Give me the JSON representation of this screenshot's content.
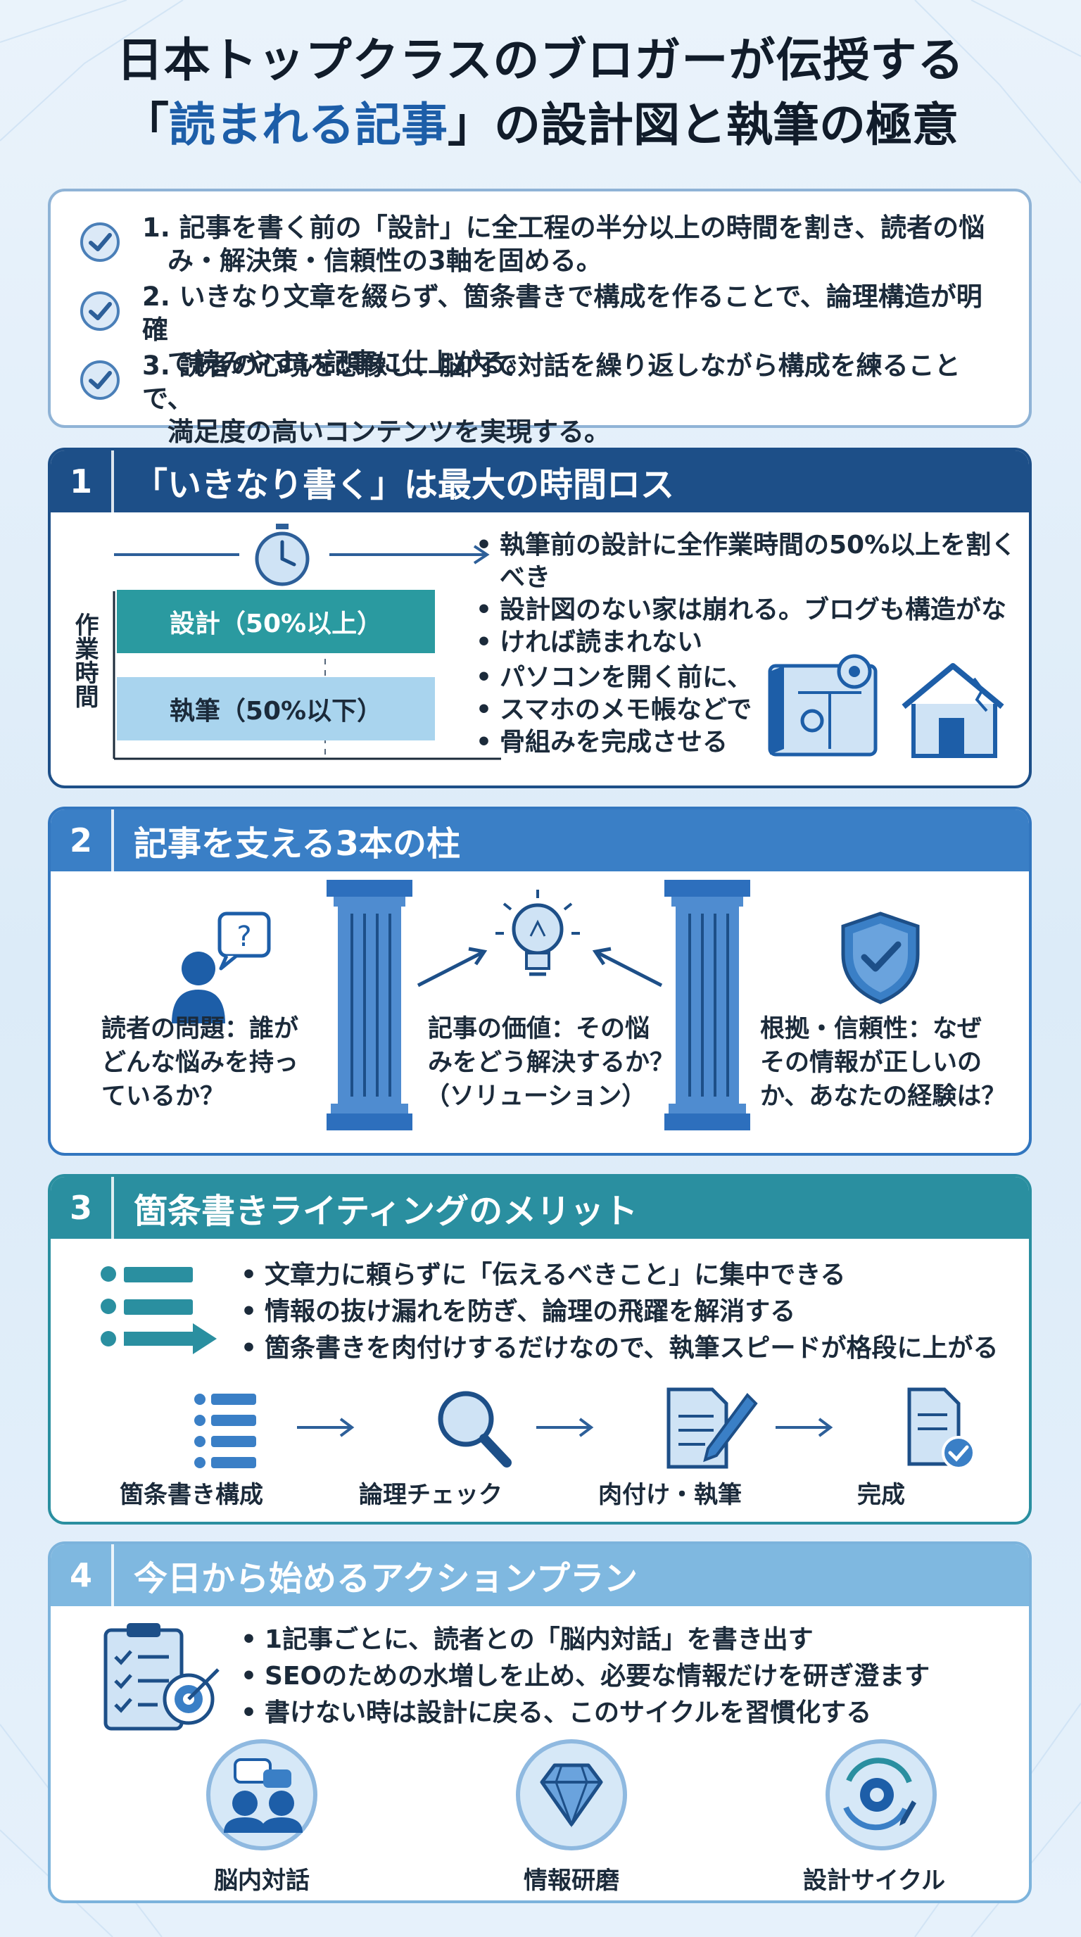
{
  "header": {
    "title_line1": "日本トップクラスのブロガーが伝授する",
    "title_line2_open": "「",
    "title_line2_highlight": "読まれる記事",
    "title_line2_rest": "」の設計図と執筆の極意"
  },
  "summary": {
    "items": [
      {
        "line1": "1. 記事を書く前の「設計」に全工程の半分以上の時間を割き、読者の悩",
        "line2": "み・解決策・信頼性の3軸を固める。"
      },
      {
        "line1": "2. いきなり文章を綴らず、箇条書きで構成を作ることで、論理構造が明確",
        "line2": "で読みやすい記事に仕上がる。"
      },
      {
        "line1": "3. 読者の心境を想像し、脳内で対話を繰り返しながら構成を練ることで、",
        "line2": "満足度の高いコンテンツを実現する。"
      }
    ]
  },
  "section1": {
    "num": "1",
    "title": "「いきなり書く」は最大の時間ロス",
    "y_axis_label": "作業時間",
    "bar_design": "設計（50%以上）",
    "bar_writing": "執筆（50%以下）",
    "chart_data": {
      "type": "bar",
      "categories": [
        "設計（50%以上）",
        "執筆（50%以下）"
      ],
      "values": [
        50,
        50
      ],
      "ylabel": "作業時間"
    },
    "bullets_top": [
      "執筆前の設計に全作業時間の50%以上を割くべき",
      "設計図のない家は崩れる。ブログも構造がな",
      "ければ読まれない"
    ],
    "bullets_bottom": [
      "パソコンを開く前に、",
      "スマホのメモ帳などで",
      "骨組みを完成させる"
    ]
  },
  "section2": {
    "num": "2",
    "title": "記事を支える3本の柱",
    "pillar_left": [
      "読者の問題：誰が",
      "どんな悩みを持っ",
      "ているか？"
    ],
    "pillar_center": [
      "記事の価値：その悩",
      "みをどう解決するか？",
      "（ソリューション）"
    ],
    "pillar_right": [
      "根拠・信頼性：なぜ",
      "その情報が正しいの",
      "か、あなたの経験は？"
    ]
  },
  "section3": {
    "num": "3",
    "title": "箇条書きライティングのメリット",
    "bullets": [
      "文章力に頼らずに「伝えるべきこと」に集中できる",
      "情報の抜け漏れを防ぎ、論理の飛躍を解消する",
      "箇条書きを肉付けするだけなので、執筆スピードが格段に上がる"
    ],
    "flow": [
      "箇条書き構成",
      "論理チェック",
      "肉付け・執筆",
      "完成"
    ]
  },
  "section4": {
    "num": "4",
    "title": "今日から始めるアクションプラン",
    "bullets": [
      "1記事ごとに、読者との「脳内対話」を書き出す",
      "SEOのための水増しを止め、必要な情報だけを研ぎ澄ます",
      "書けない時は設計に戻る、このサイクルを習慣化する"
    ],
    "icons": [
      "脳内対話",
      "情報研磨",
      "設計サイクル"
    ]
  },
  "colors": {
    "navy": "#1d4f88",
    "blue": "#3a7fc6",
    "teal": "#2a8fa0",
    "light_blue": "#7fb8e0",
    "bar_design": "#2a9aa0",
    "bar_writing": "#a9d4ee"
  }
}
